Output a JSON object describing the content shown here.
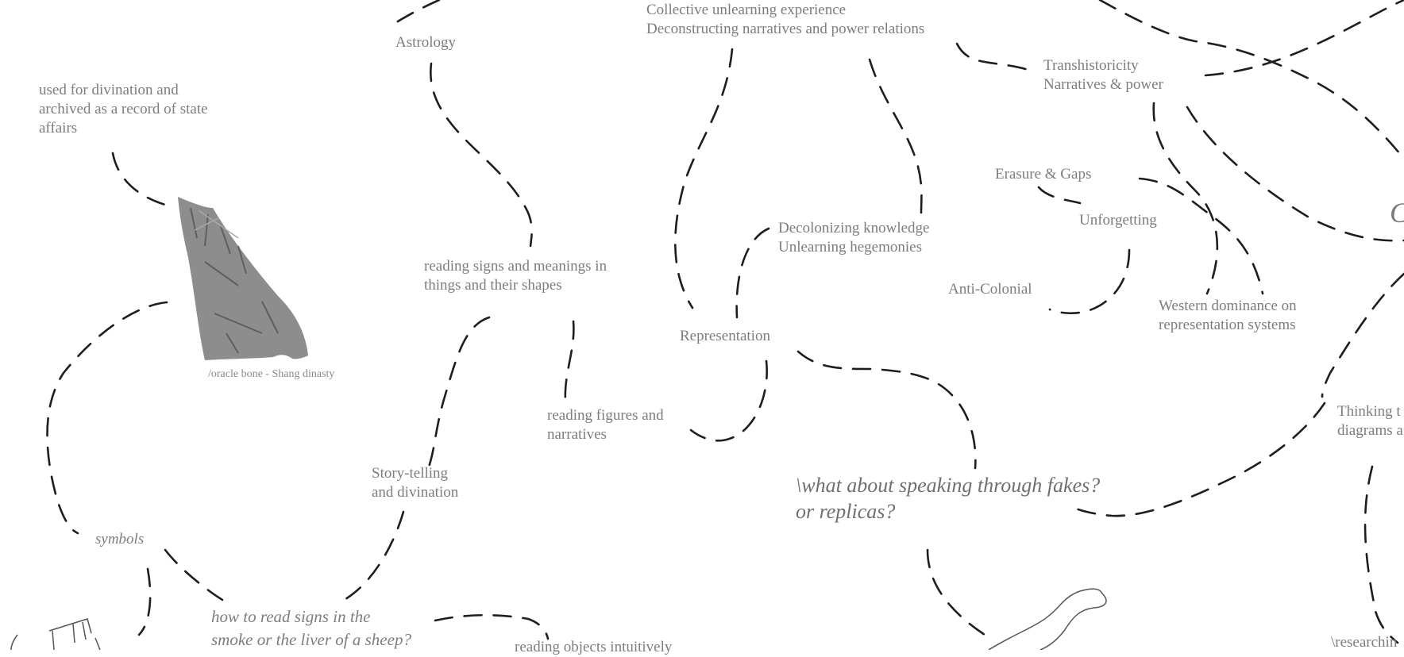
{
  "nodes": {
    "collective": [
      "Collective unlearning experience",
      "Deconstructing narratives and power relations"
    ],
    "astrology": [
      "Astrology"
    ],
    "divination_record": [
      "used for divination and",
      "archived as a record of state",
      "affairs"
    ],
    "transhistoricity": [
      "Transhistoricity",
      "Narratives & power"
    ],
    "erasure": [
      "Erasure & Gaps"
    ],
    "unforgetting": [
      "Unforgetting"
    ],
    "decolonizing": [
      "Decolonizing knowledge",
      "Unlearning hegemonies"
    ],
    "reading_signs": [
      "reading signs and meanings in",
      "things and their shapes"
    ],
    "anti_colonial": [
      "Anti-Colonial"
    ],
    "western": [
      "Western dominance on",
      "representation systems"
    ],
    "representation": [
      "Representation"
    ],
    "oracle_caption": [
      "/oracle bone - Shang dinasty"
    ],
    "reading_figures": [
      "reading figures and",
      "narratives"
    ],
    "thinking": [
      "Thinking t",
      "diagrams a"
    ],
    "storytelling": [
      "Story-telling",
      "and divination"
    ],
    "fakes": [
      "\\what about speaking through fakes?",
      "or replicas?"
    ],
    "symbols": [
      "symbols"
    ],
    "smoke": [
      "how to read signs in the",
      "smoke or the liver of a sheep?"
    ],
    "reading_objects": [
      "reading objects intuitively"
    ],
    "researching": [
      "\\researchin"
    ],
    "edge_letter": [
      "C"
    ]
  },
  "icons": {
    "oracle_bone": "oracle-bone-image",
    "hand_sketch": "hand-sketch",
    "blob_sketch": "blob-sketch"
  },
  "colors": {
    "text": "#7d7d7d",
    "connector": "#1e1e1e",
    "background": "#ffffff"
  }
}
